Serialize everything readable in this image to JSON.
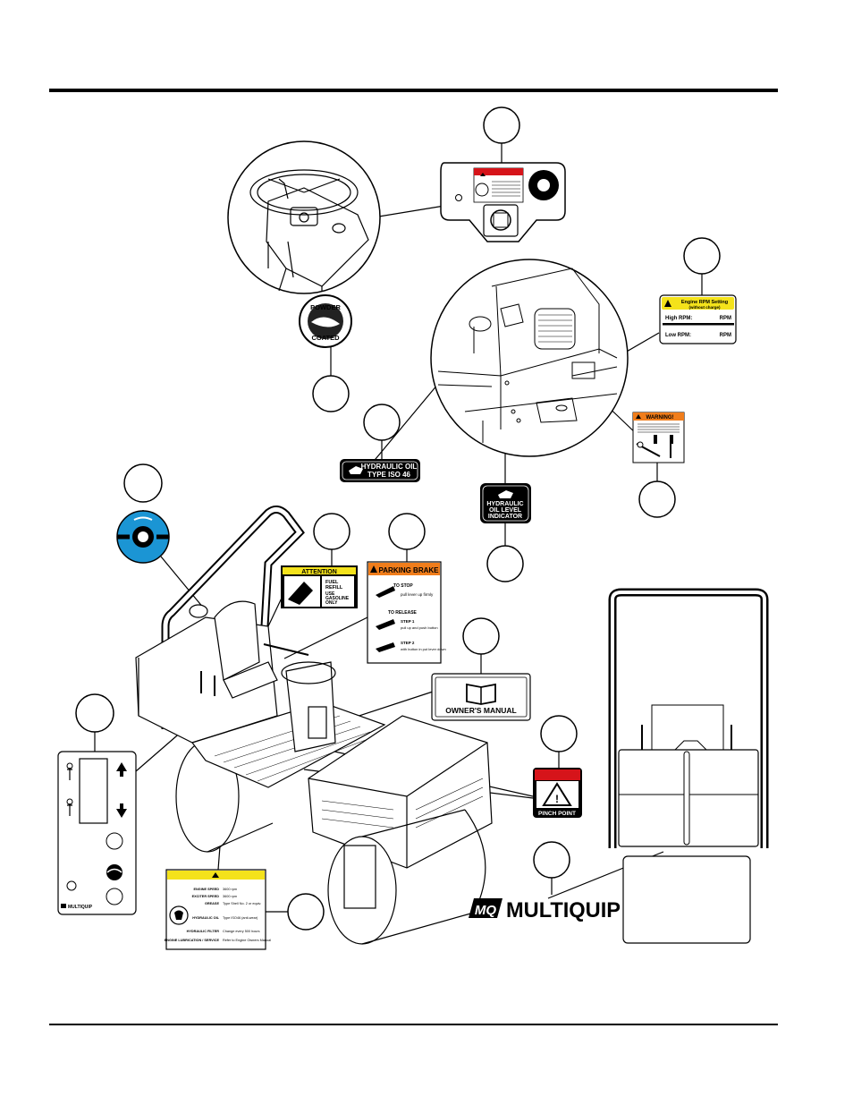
{
  "decals": {
    "powder_coated": {
      "top": "POWDER",
      "bottom": "COATED"
    },
    "hydraulic_oil": {
      "line1": "HYDRAULIC OIL",
      "line2": "TYPE ISO 46"
    },
    "hydraulic_level": {
      "line1": "HYDRAULIC",
      "line2": "OIL LEVEL",
      "line3": "INDICATOR"
    },
    "engine_rpm": {
      "title": "Engine RPM Setting",
      "subtitle": "(without charge)",
      "high": "High RPM:",
      "low": "Low RPM:",
      "unit": "RPM"
    },
    "warning": {
      "title": "WARNING!",
      "body": "ENGAGE ARTICULATING LOCKING BAR DURING TRANSPORT AND SERVICING"
    },
    "attention": {
      "title": "ATTENTION",
      "line1": "FUEL",
      "line2": "REFILL",
      "line3": "USE",
      "line4": "GASOLINE",
      "line5": "ONLY"
    },
    "parking_brake": {
      "title": "PARKING BRAKE",
      "stop": "TO STOP",
      "stop_text": "pull lever up firmly",
      "release": "TO RELEASE",
      "step1": "STEP 1",
      "step1_text": "pull up and push button",
      "step2": "STEP 2",
      "step2_text": "with button in put lever down"
    },
    "owners_manual": {
      "label": "OWNER'S MANUAL"
    },
    "pinch_point": {
      "label": "PINCH POINT"
    },
    "multiquip": {
      "logo_mark": "MQ",
      "name": "MULTIQUIP",
      "small": "MULTIQUIP"
    },
    "engine_spec": {
      "rows": [
        {
          "k": "ENGINE SPEED",
          "v": "3600 rpm"
        },
        {
          "k": "EXCITER SPEED",
          "v": "3600 rpm"
        },
        {
          "k": "GREASE",
          "v": "Type Shell No. 2 or equiv."
        },
        {
          "k": "HYDRAULIC OIL",
          "v": "Type ISO46 (anti-wear)"
        },
        {
          "k": "HYDRAULIC FILTER",
          "v": "Change every 500 hours"
        },
        {
          "k": "ENGINE LUBRICATION / SERVICE",
          "v": "Refer to Engine Owners Manual"
        }
      ]
    }
  }
}
